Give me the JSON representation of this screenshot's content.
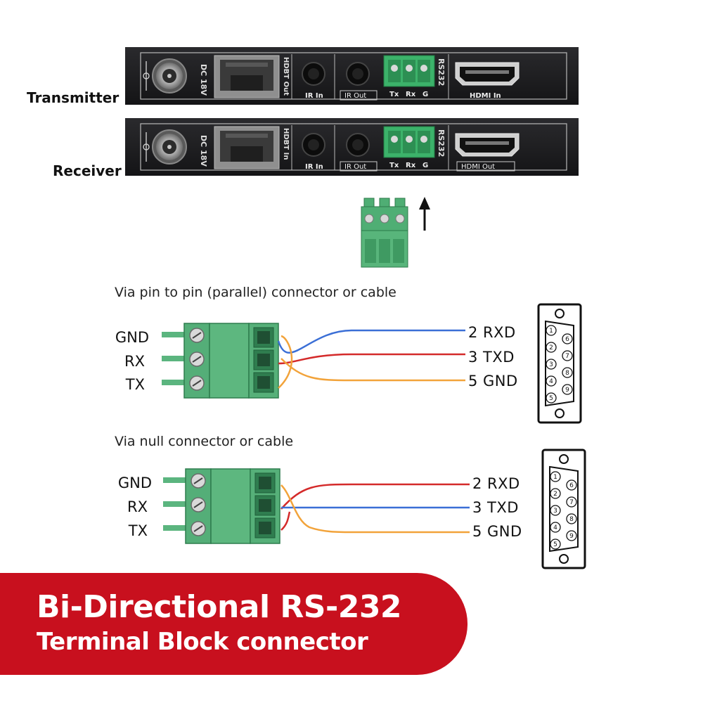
{
  "devices": [
    {
      "name": "Transmitter",
      "ports": {
        "power": "DC 18V",
        "hdbt": "HDBT Out",
        "ir_in": "IR In",
        "ir_out": "IR Out",
        "rs232": "RS232",
        "rs232_pins": [
          "Tx",
          "Rx",
          "G"
        ],
        "hdmi": "HDMI In"
      }
    },
    {
      "name": "Receiver",
      "ports": {
        "power": "DC 18V",
        "hdbt": "HDBT In",
        "ir_in": "IR In",
        "ir_out": "IR Out",
        "rs232": "RS232",
        "rs232_pins": [
          "Tx",
          "Rx",
          "G"
        ],
        "hdmi": "HDMI Out"
      }
    }
  ],
  "wiring": {
    "parallel": {
      "caption": "Via pin to pin (parallel) connector or cable",
      "terminal_labels": [
        "GND",
        "RX",
        "TX"
      ],
      "db9_labels": [
        "2 RXD",
        "3 TXD",
        "5 GND"
      ]
    },
    "null": {
      "caption": "Via null connector or cable",
      "terminal_labels": [
        "GND",
        "RX",
        "TX"
      ],
      "db9_labels": [
        "2 RXD",
        "3 TXD",
        "5 GND"
      ]
    },
    "db9_pin_numbers": [
      "1",
      "2",
      "3",
      "4",
      "5",
      "6",
      "7",
      "8",
      "9"
    ]
  },
  "colors": {
    "wire_blue": "#3b6fd6",
    "wire_red": "#d42a2a",
    "wire_orange": "#f2a33a",
    "terminal_green": "#4fae74",
    "panel": "#1c1c1e",
    "banner": "#c8101e"
  },
  "banner": {
    "line1": "Bi-Directional RS-232",
    "line2": "Terminal Block connector"
  }
}
